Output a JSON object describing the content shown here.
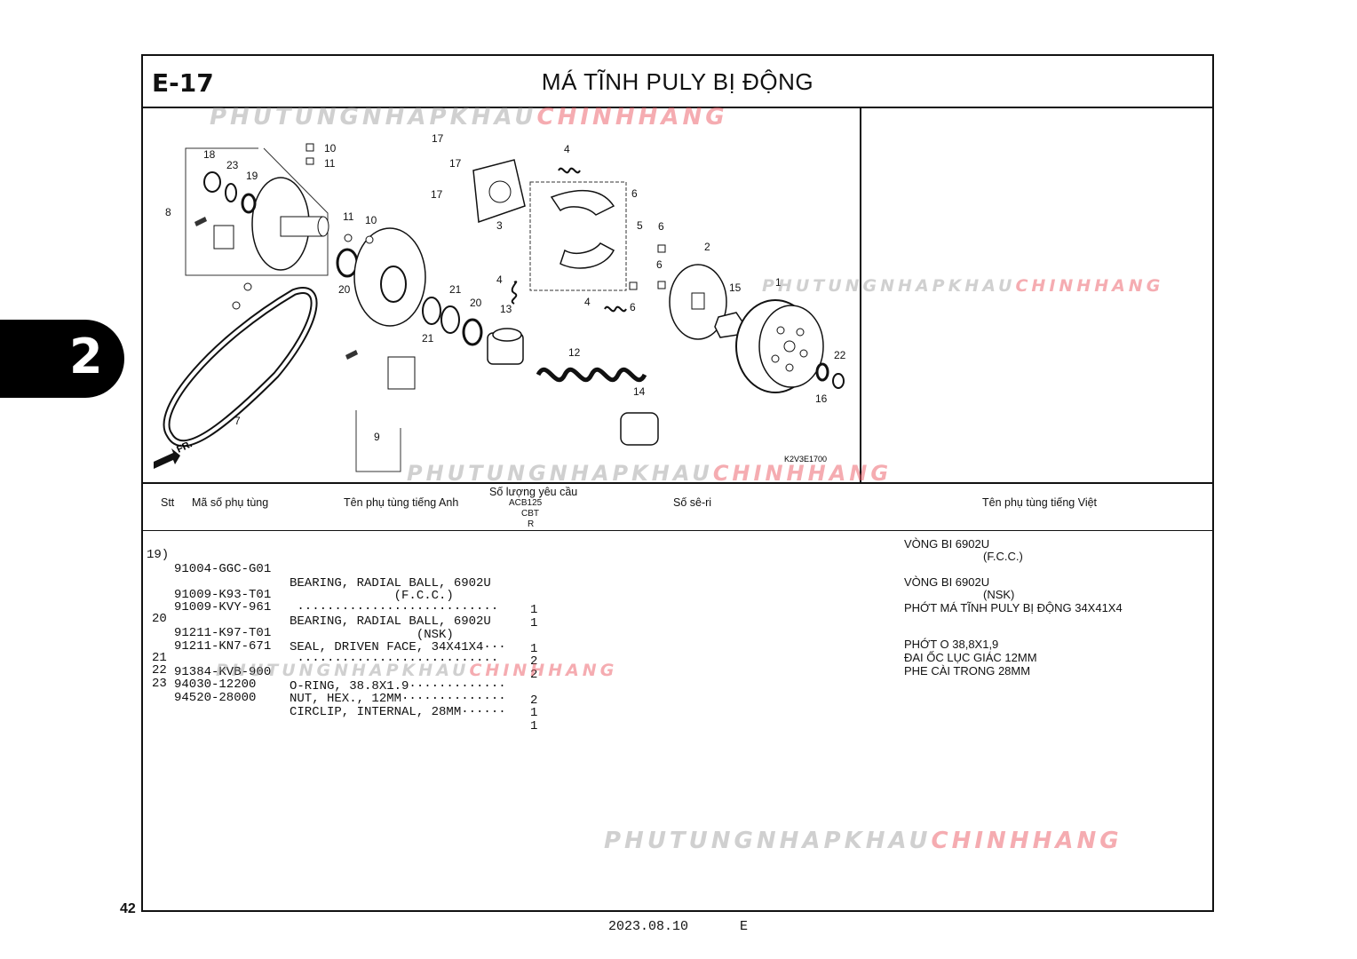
{
  "header": {
    "code": "E-17",
    "title": "MÁ TĨNH PULY BỊ ĐỘNG"
  },
  "section_tab": "2",
  "page_number": "42",
  "diagram": {
    "ref_code": "K2V3E1700",
    "fr_label": "FR.",
    "callouts": [
      "1",
      "2",
      "3",
      "4",
      "4",
      "4",
      "5",
      "6",
      "6",
      "6",
      "6",
      "7",
      "8",
      "9",
      "10",
      "10",
      "11",
      "11",
      "12",
      "13",
      "14",
      "15",
      "16",
      "17",
      "17",
      "17",
      "18",
      "19",
      "20",
      "20",
      "21",
      "21",
      "22",
      "23"
    ]
  },
  "watermark": {
    "gray": "PHUTUNGNHAPKHAU",
    "red": "CHINHHANG"
  },
  "table": {
    "headers": {
      "stt": "Stt",
      "part_no": "Mã số phụ tùng",
      "name_en": "Tên phụ tùng tiếng Anh",
      "qty": "Số lượng yêu cầu",
      "qty_model_1": "ACB125",
      "qty_model_2": "CBT",
      "qty_model_3": "R",
      "serial": "Số sê-ri",
      "name_vn": "Tên phụ tùng tiếng Việt"
    },
    "rows": [
      {
        "stt": "19)",
        "part": "91004-GGC-G01",
        "name": "BEARING, RADIAL BALL, 6902U",
        "qty": ""
      },
      {
        "stt": "",
        "part": "",
        "name": "              (F.C.C.)",
        "qty": "1"
      },
      {
        "stt": "",
        "part": "91009-K93-T01",
        "name": " ···························",
        "qty": "1"
      },
      {
        "stt": "",
        "part": "91009-KVY-961",
        "name": "BEARING, RADIAL BALL, 6902U",
        "qty": ""
      },
      {
        "stt": "",
        "part": "",
        "name": "                 (NSK)",
        "qty": "1"
      },
      {
        "stt": "20",
        "part": "91211-K97-T01",
        "name": "SEAL, DRIVEN FACE, 34X41X4···",
        "qty": "2"
      },
      {
        "stt": "",
        "part": "91211-KN7-671",
        "name": " ···························",
        "qty": "2"
      },
      {
        "stt": "21",
        "part": "91384-KVB-900",
        "name": "O-RING, 38.8X1.9·············",
        "qty": "2"
      },
      {
        "stt": "22",
        "part": "94030-12200",
        "name": "NUT, HEX., 12MM··············",
        "qty": "1"
      },
      {
        "stt": "23",
        "part": "94520-28000",
        "name": "CIRCLIP, INTERNAL, 28MM······",
        "qty": "1"
      }
    ],
    "vn_names": [
      "VÒNG BI 6902U",
      "(F.C.C.)",
      "VÒNG BI 6902U",
      "(NSK)",
      "PHỚT MÁ TĨNH PULY BỊ ĐỘNG 34X41X4",
      "PHỚT O 38,8X1,9",
      "ĐAI ỐC LỤC GIÁC 12MM",
      "PHE CÀI TRONG 28MM"
    ]
  },
  "footer": {
    "date": "2023.08.10",
    "edition": "E"
  }
}
